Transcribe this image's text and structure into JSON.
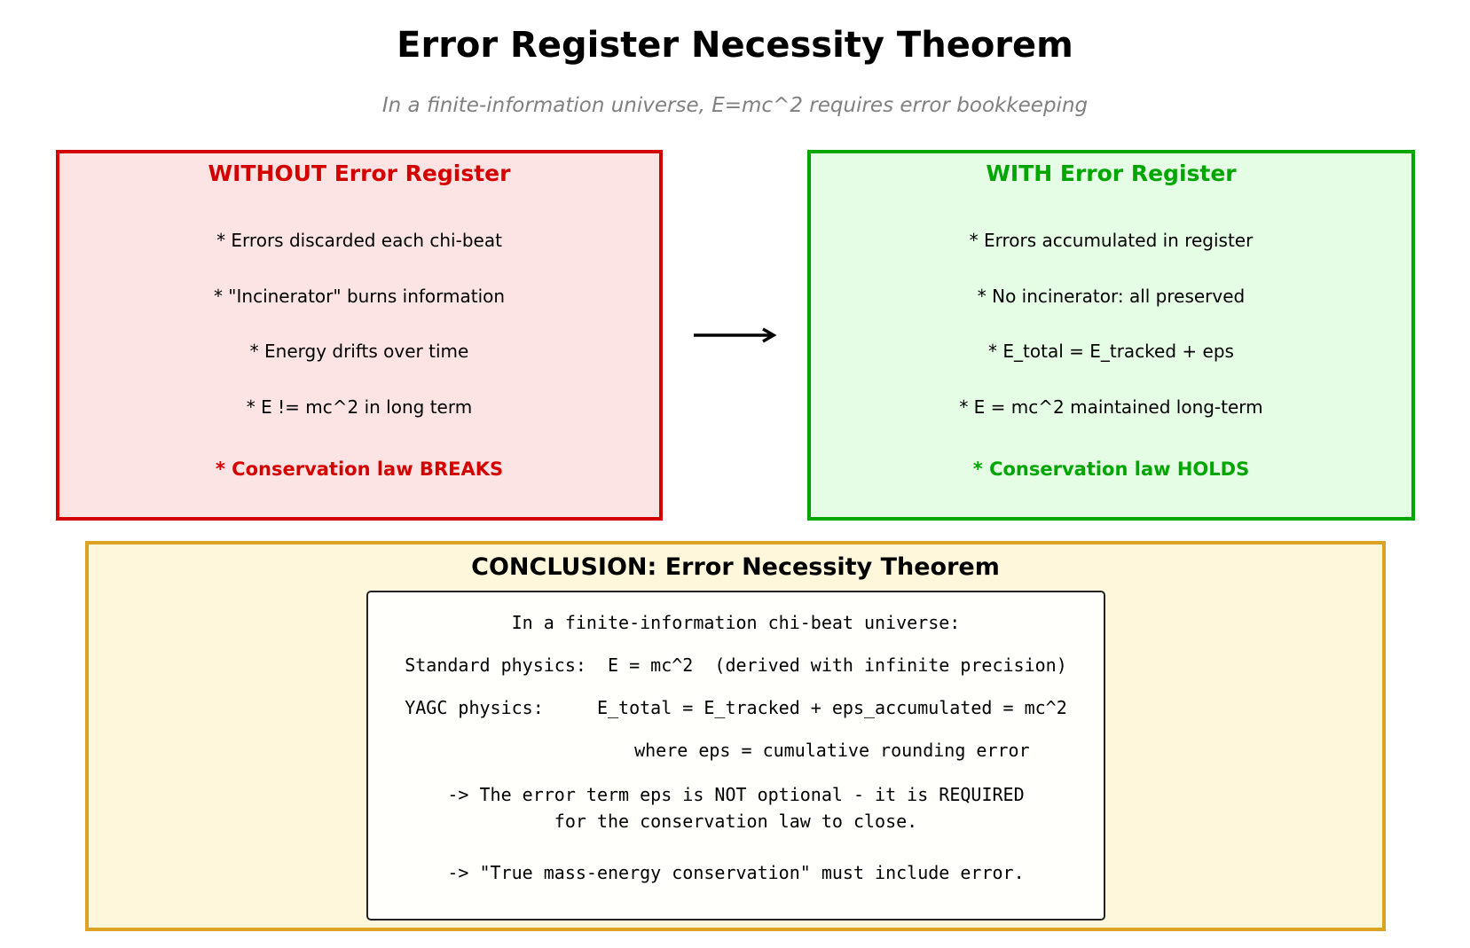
{
  "title": "Error Register Necessity Theorem",
  "subtitle": "In a finite-information universe, E=mc^2 requires error bookkeeping",
  "colors": {
    "without": "#d40000",
    "with": "#00a600",
    "conclusion_border": "#dba321"
  },
  "without_panel": {
    "heading": "WITHOUT Error Register",
    "items": [
      "* Errors discarded each chi-beat",
      "* \"Incinerator\" burns information",
      "* Energy drifts over time",
      "* E != mc^2 in long term"
    ],
    "conclusion": "* Conservation law BREAKS"
  },
  "with_panel": {
    "heading": "WITH Error Register",
    "items": [
      "* Errors accumulated in register",
      "* No incinerator: all preserved",
      "* E_total = E_tracked + eps",
      "* E = mc^2 maintained long-term"
    ],
    "conclusion": "* Conservation law HOLDS"
  },
  "arrow_icon": "right-arrow",
  "conclusion_box": {
    "title": "CONCLUSION: Error Necessity Theorem",
    "lines": [
      "In a finite-information chi-beat universe:",
      "Standard physics:  E = mc^2  (derived with infinite precision)",
      "YAGC physics:     E_total = E_tracked + eps_accumulated = mc^2",
      "                  where eps = cumulative rounding error",
      "-> The error term eps is NOT optional - it is REQUIRED",
      "for the conservation law to close.",
      "-> \"True mass-energy conservation\" must include error."
    ]
  }
}
